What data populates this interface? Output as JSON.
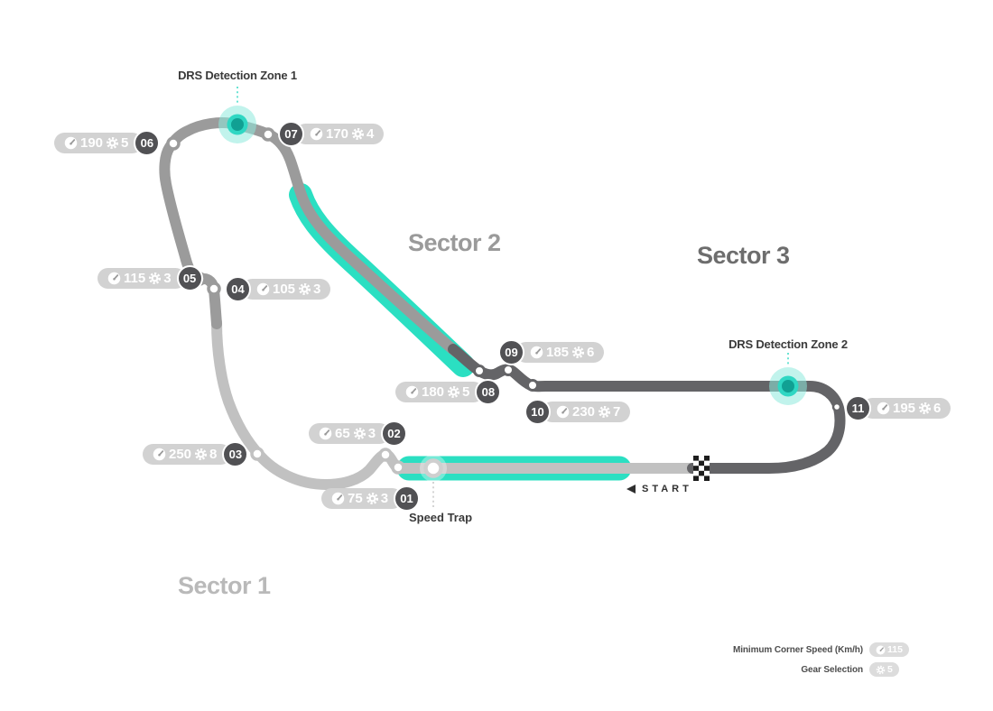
{
  "annotations": {
    "drs_detection_zone_1": "DRS Detection Zone 1",
    "drs_detection_zone_2": "DRS Detection Zone 2",
    "speed_trap": "Speed Trap",
    "start": "START"
  },
  "sectors": [
    {
      "label": "Sector 1"
    },
    {
      "label": "Sector 2"
    },
    {
      "label": "Sector 3"
    }
  ],
  "corners": [
    {
      "number": "01",
      "speed": "75",
      "gear": "3"
    },
    {
      "number": "02",
      "speed": "65",
      "gear": "3"
    },
    {
      "number": "03",
      "speed": "250",
      "gear": "8"
    },
    {
      "number": "04",
      "speed": "105",
      "gear": "3"
    },
    {
      "number": "05",
      "speed": "115",
      "gear": "3"
    },
    {
      "number": "06",
      "speed": "190",
      "gear": "5"
    },
    {
      "number": "07",
      "speed": "170",
      "gear": "4"
    },
    {
      "number": "08",
      "speed": "180",
      "gear": "5"
    },
    {
      "number": "09",
      "speed": "185",
      "gear": "6"
    },
    {
      "number": "10",
      "speed": "230",
      "gear": "7"
    },
    {
      "number": "11",
      "speed": "195",
      "gear": "6"
    }
  ],
  "legend": {
    "speed_label": "Minimum Corner Speed (Km/h)",
    "speed_value": "115",
    "gear_label": "Gear Selection",
    "gear_value": "5"
  },
  "colors": {
    "drs_teal": "#2BDFC2",
    "drs_halo": "#8EEADC",
    "drs_dot_center": "#11A093",
    "sector1_track": "#C1C1C1",
    "sector2_track": "#9B9B9B",
    "sector3_track": "#646467",
    "badge_pill_bg": "#D2D2D2",
    "badge_number_bg": "#515154",
    "label_text": "#3A3A3A"
  }
}
